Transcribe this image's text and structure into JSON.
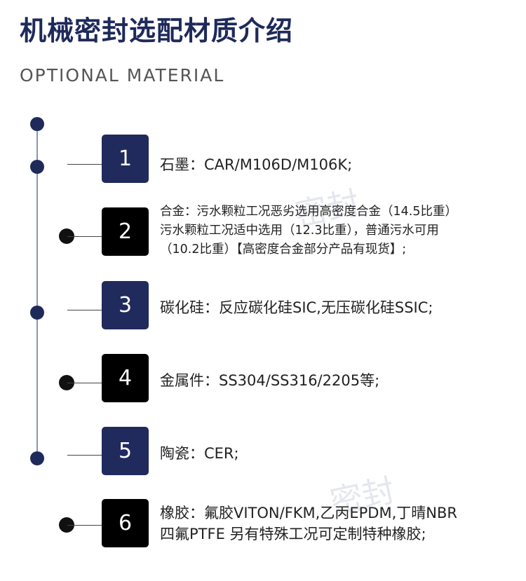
{
  "header": {
    "title": "机械密封选配材质介绍",
    "subtitle": "OPTIONAL MATERIAL"
  },
  "items": [
    {
      "number": "1",
      "lines": [
        "石墨：CAR/M106D/M106K;"
      ]
    },
    {
      "number": "2",
      "lines": [
        "合金：污水颗粒工况恶劣选用高密度合金（14.5比重）",
        "污水颗粒工况适中选用（12.3比重），普通污水可用",
        "（10.2比重）【高密度合金部分产品有现货】;"
      ]
    },
    {
      "number": "3",
      "lines": [
        "碳化硅：反应碳化硅SIC,无压碳化硅SSIC;"
      ]
    },
    {
      "number": "4",
      "lines": [
        "金属件：SS304/SS316/2205等;"
      ]
    },
    {
      "number": "5",
      "lines": [
        "陶瓷：CER;"
      ]
    },
    {
      "number": "6",
      "lines": [
        "橡胶：氟胶VITON/FKM,乙丙EPDM,丁晴NBR",
        "四氟PTFE 另有特殊工况可定制特种橡胶;"
      ]
    }
  ],
  "watermarks": [
    "密封",
    "密封"
  ],
  "colors": {
    "navy": "#202a5c",
    "black": "#000000",
    "timeline": "#8a93b8",
    "title": "#1e2a5a"
  }
}
